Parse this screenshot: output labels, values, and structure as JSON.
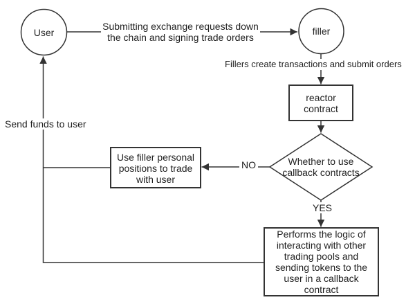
{
  "diagram": {
    "nodes": {
      "user": {
        "label": "User"
      },
      "filler": {
        "label": "filler"
      },
      "reactor": {
        "label": "reactor\ncontract"
      },
      "decision": {
        "label": "Whether to use\ncallback contracts"
      },
      "personal": {
        "label": "Use filler personal\npositions to trade\nwith user"
      },
      "callback": {
        "label": "Performs the logic of\ninteracting with other\ntrading pools and\nsending tokens to the\nuser in a callback\ncontract"
      }
    },
    "edges": {
      "submit": {
        "label": "Submitting exchange requests down\nthe chain and signing trade orders"
      },
      "fillers_create": {
        "label": "Fillers create transactions and submit orders"
      },
      "send_funds": {
        "label": "Send funds to user"
      },
      "no": {
        "label": "NO"
      },
      "yes": {
        "label": "YES"
      }
    },
    "colors": {
      "line": "#333333",
      "text": "#1f1f1f",
      "background": "#ffffff"
    }
  }
}
